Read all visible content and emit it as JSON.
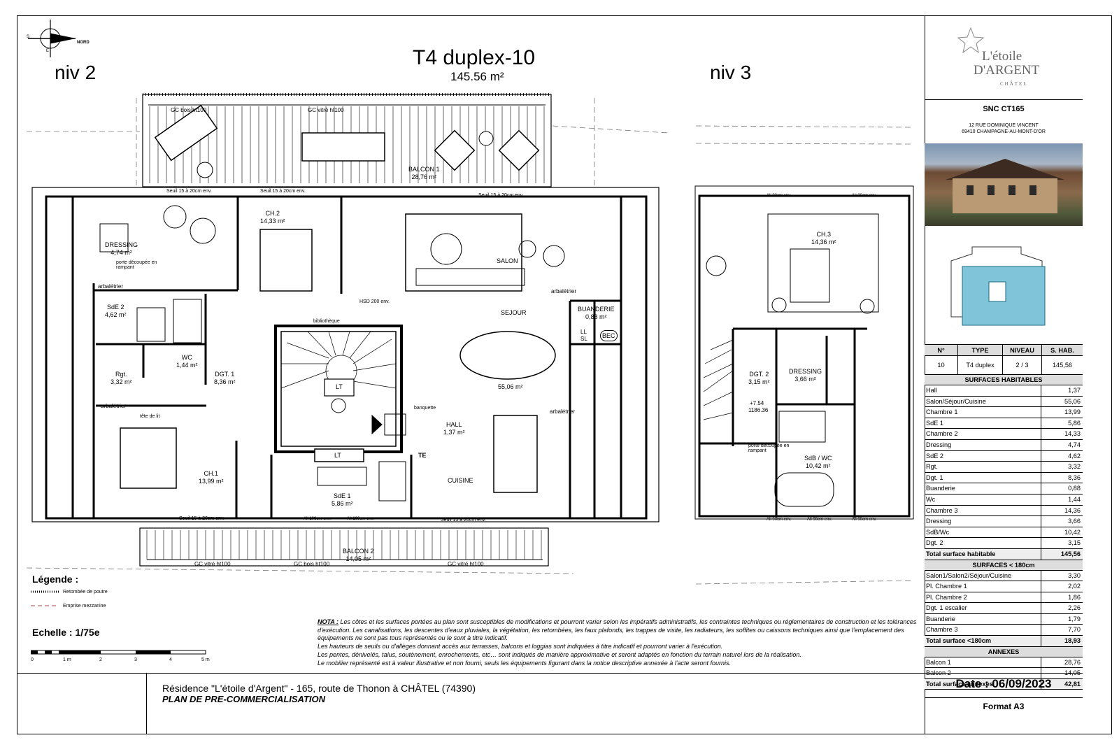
{
  "header": {
    "title": "T4 duplex-10",
    "area": "145.56 m²",
    "level_left": "niv 2",
    "level_right": "niv 3",
    "compass_label": "NORD",
    "compass_s": "S",
    "compass_e": "E"
  },
  "plan_labels": {
    "gc_bois_top": "GC bois ht100",
    "gc_vitre_top": "GC vitré ht100",
    "balcon1": "BALCON 1",
    "balcon1_area": "28,76 m²",
    "balcon2": "BALCON 2",
    "balcon2_area": "14,05 m²",
    "gc_vitre_bl": "GC vitré ht100",
    "gc_bois_bottom": "GC bois ht100",
    "gc_vitre_br": "GC vitré ht100",
    "seuil1": "Seuil 15 à 20cm env.",
    "seuil2": "Seuil 15 à 20cm env.",
    "seuil3": "Seuil 15 à 20cm env.",
    "seuil4": "Seuil 15 à 20cm env.",
    "seuil5": "Seuil 15 à 20cm env.",
    "all_108_1": "All 108cm env.",
    "all_108_2": "All 108cm env.",
    "all_90_top": "All 90cm env.",
    "all_90_top2": "All 90cm env.",
    "all_90_bot": "All 90cm env.",
    "all_90_bot2": "All 90cm env.",
    "all_90_bot3": "All 90cm env.",
    "hsd": "HSD 200 env.",
    "bibliotheque": "bibliothèque",
    "banquette": "banquette",
    "arbaletrier1": "arbalétrier",
    "arbaletrier2": "arbalétrier",
    "arbaletrier3": "arbalétrier",
    "arbaletrier4": "arbalétrier",
    "porte_decoupee": "porte découpée en rampant",
    "porte_decoupee2": "porte découpée en rampant",
    "tete_de_lit": "tête de lit",
    "lt1": "LT",
    "lt2": "LT",
    "te": "TE",
    "ll": "LL",
    "sl": "SL",
    "bec": "BEC",
    "level_mark": "+7.54",
    "level_mark2": "1186.36"
  },
  "rooms": [
    {
      "name": "DRESSING",
      "area": "4,74 m²"
    },
    {
      "name": "CH.2",
      "area": "14,33 m²"
    },
    {
      "name": "SALON",
      "area": ""
    },
    {
      "name": "SdE 2",
      "area": "4,62 m²"
    },
    {
      "name": "BUANDERIE",
      "area": "0,88 m²"
    },
    {
      "name": "WC",
      "area": "1,44 m²"
    },
    {
      "name": "SEJOUR",
      "area": ""
    },
    {
      "name": "Rgt.",
      "area": "3,32 m²"
    },
    {
      "name": "DGT. 1",
      "area": "8,36 m²"
    },
    {
      "name": "",
      "area": "55,06 m²"
    },
    {
      "name": "HALL",
      "area": "1,37 m²"
    },
    {
      "name": "CH.1",
      "area": "13,99 m²"
    },
    {
      "name": "CUISINE",
      "area": ""
    },
    {
      "name": "SdE 1",
      "area": "5,86 m²"
    },
    {
      "name": "CH.3",
      "area": "14,36 m²"
    },
    {
      "name": "DGT. 2",
      "area": "3,15 m²"
    },
    {
      "name": "DRESSING",
      "area": "3,66 m²"
    },
    {
      "name": "SdB / WC",
      "area": "10,42 m²"
    }
  ],
  "legend": {
    "title": "Légende :",
    "item1": "Retombée de poutre",
    "item2": "Emprise mezzanine",
    "scale_label": "Echelle : 1/75e",
    "scale_ticks": [
      "0",
      "1 m",
      "2",
      "3",
      "4",
      "5 m"
    ]
  },
  "note": {
    "label": "NOTA :",
    "lines": [
      " Les côtes et les surfaces portées au plan sont susceptibles de modifications et pourront varier selon les impératifs administratifs, les contraintes techniques ou réglementaires de construction et les tolérances d'exécution. Les canalisations, les descentes d'eaux pluviales, la végétation, les retombées, les faux plafonds, les trappes de visite, les radiateurs, les soffites ou caissons techniques ainsi que l'emplacement des équipements ne sont pas tous représentés ou le sont à titre indicatif.",
      "Les hauteurs de seuils ou d'allèges donnant accès aux terrasses, balcons et loggias sont indiquées à titre indicatif et pourront varier à l'exécution.",
      "Les pentes, dénivelés, talus, soutènement, enrochements, etc… sont indiqués de manière approximative et seront adaptés en fonction du terrain naturel lors de la réalisation.",
      "Le mobilier représenté est à valeur illustrative et non fourni, seuls les équipements figurant dans la notice descriptive annexée à l'acte seront fournis."
    ]
  },
  "footer": {
    "residence": "Résidence \"L'étoile d'Argent\" -  165, route de Thonon à CHÂTEL (74390)",
    "plan_type": "PLAN DE PRE-COMMERCIALISATION"
  },
  "sidebar": {
    "logo_line1": "L'étoile",
    "logo_line2": "D'ARGENT",
    "logo_line3": "CHÂTEL",
    "company": "SNC CT165",
    "address1": "12 RUE DOMINIQUE VINCENT",
    "address2": "69410 CHAMPAGNE-AU-MONT-D'OR",
    "table_headers": [
      "N°",
      "TYPE",
      "NIVEAU",
      "S. HAB."
    ],
    "table_values": [
      "10",
      "T4 duplex",
      "2 / 3",
      "145,56"
    ],
    "section_habitables": "SURFACES HABITABLES",
    "habitables": [
      [
        "Hall",
        "1,37"
      ],
      [
        "Salon/Séjour/Cuisine",
        "55,06"
      ],
      [
        "Chambre 1",
        "13,99"
      ],
      [
        "SdE 1",
        "5,86"
      ],
      [
        "Chambre 2",
        "14,33"
      ],
      [
        "Dressing",
        "4,74"
      ],
      [
        "SdE 2",
        "4,62"
      ],
      [
        "Rgt.",
        "3,32"
      ],
      [
        "Dgt. 1",
        "8,36"
      ],
      [
        "Buanderie",
        "0,88"
      ],
      [
        "Wc",
        "1,44"
      ],
      [
        "Chambre 3",
        "14,36"
      ],
      [
        "Dressing",
        "3,66"
      ],
      [
        "SdB/Wc",
        "10,42"
      ],
      [
        "Dgt. 2",
        "3,15"
      ]
    ],
    "total_habitable": [
      "Total surface habitable",
      "145,56"
    ],
    "section_180": "SURFACES < 180cm",
    "surfaces_180": [
      [
        "Salon1/Salon2/Séjour/Cuisine",
        "3,30"
      ],
      [
        "Pl. Chambre 1",
        "2,02"
      ],
      [
        "Pl. Chambre 2",
        "1,86"
      ],
      [
        "Dgt. 1 escalier",
        "2,26"
      ],
      [
        "Buanderie",
        "1,79"
      ],
      [
        "Chambre 3",
        "7,70"
      ]
    ],
    "total_180": [
      "Total surface <180cm",
      "18,93"
    ],
    "section_annexes": "ANNEXES",
    "annexes": [
      [
        "Balcon 1",
        "28,76"
      ],
      [
        "Balcon 2",
        "14,05"
      ]
    ],
    "total_annexes": [
      "Total surface annexes",
      "42,81"
    ],
    "date": "Date : 06/09/2023",
    "format": "Format A3"
  }
}
